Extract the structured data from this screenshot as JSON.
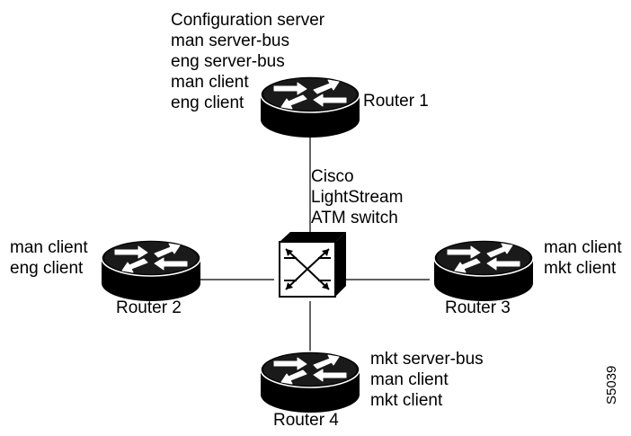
{
  "routers": [
    {
      "id": "r1",
      "name": "Router 1",
      "roles": [
        "Configuration server",
        "man server-bus",
        "eng server-bus",
        "man client",
        "eng client"
      ]
    },
    {
      "id": "r2",
      "name": "Router 2",
      "roles": [
        "man client",
        "eng client"
      ]
    },
    {
      "id": "r3",
      "name": "Router 3",
      "roles": [
        "man client",
        "mkt client"
      ]
    },
    {
      "id": "r4",
      "name": "Router 4",
      "roles": [
        "mkt server-bus",
        "man client",
        "mkt client"
      ]
    }
  ],
  "atm_switch": {
    "label_lines": [
      "Cisco",
      "LightStream",
      "ATM switch"
    ]
  },
  "figure_id": "S5039",
  "colors": {
    "line": "#000000",
    "router_fill": "#000000",
    "router_top": "#222222",
    "arrow": "#ffffff",
    "switch_front": "#ffffff",
    "switch_side": "#000000",
    "background": "#ffffff"
  },
  "icons": {
    "router": "router-icon",
    "switch": "atm-switch-icon"
  }
}
